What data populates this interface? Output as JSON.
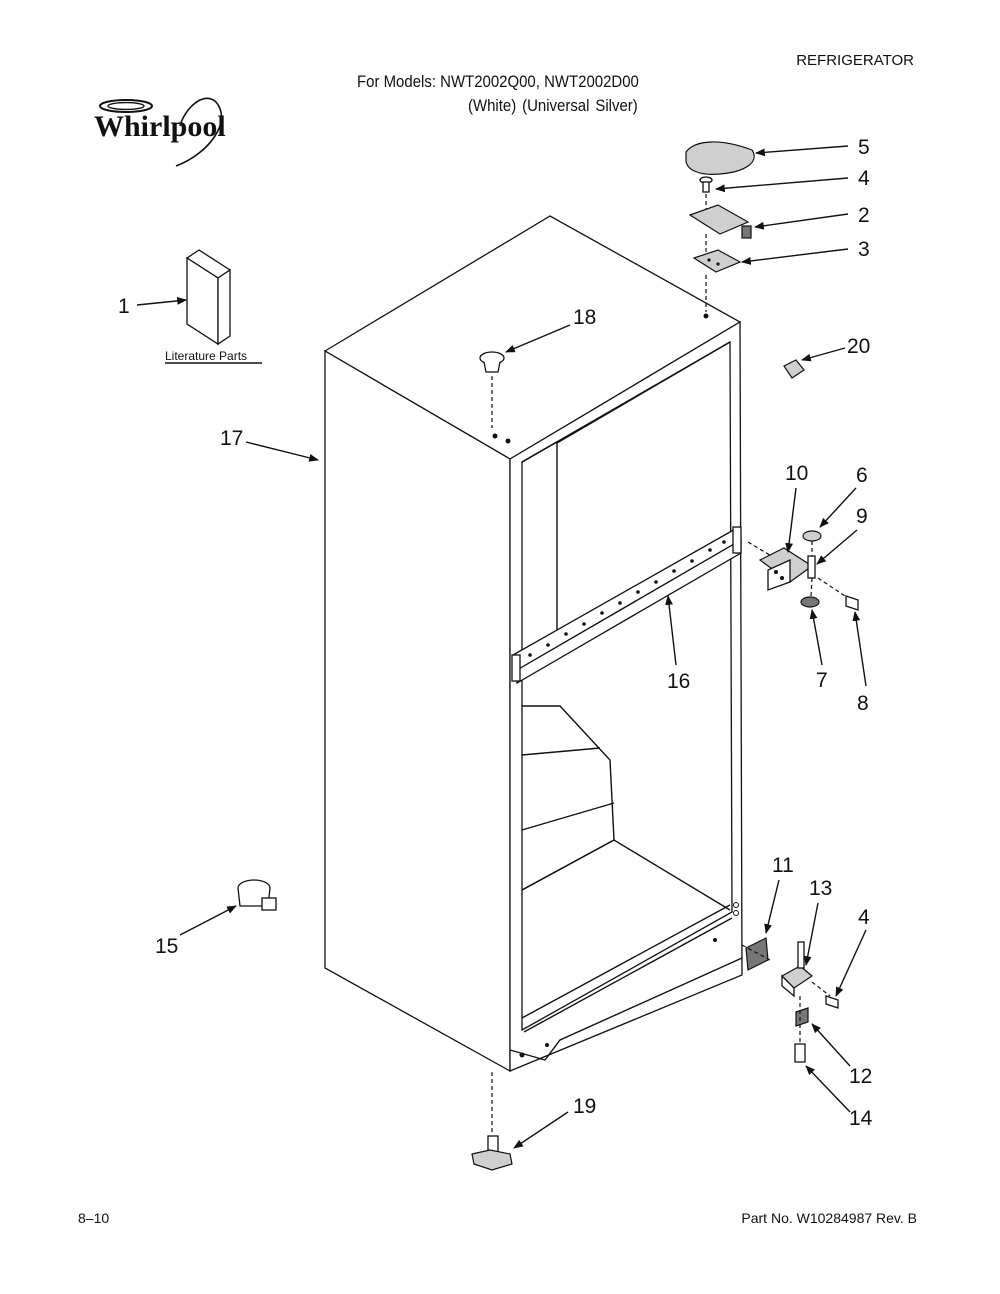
{
  "header": {
    "category": "REFRIGERATOR",
    "models_line": "For Models: NWT2002Q00, NWT2002D00",
    "variants_line": "(White)   (Universal Silver)"
  },
  "brand": {
    "logo_text": "Whirlpool"
  },
  "literature_label": "Literature Parts",
  "callouts": {
    "c1": "1",
    "c2": "2",
    "c3": "3",
    "c4a": "4",
    "c4b": "4",
    "c5": "5",
    "c6": "6",
    "c7": "7",
    "c8": "8",
    "c9": "9",
    "c10": "10",
    "c11": "11",
    "c12": "12",
    "c13": "13",
    "c14": "14",
    "c15": "15",
    "c16": "16",
    "c17": "17",
    "c18": "18",
    "c19": "19",
    "c20": "20"
  },
  "footer": {
    "date": "8–10",
    "part_number": "Part No. W10284987 Rev. B"
  }
}
